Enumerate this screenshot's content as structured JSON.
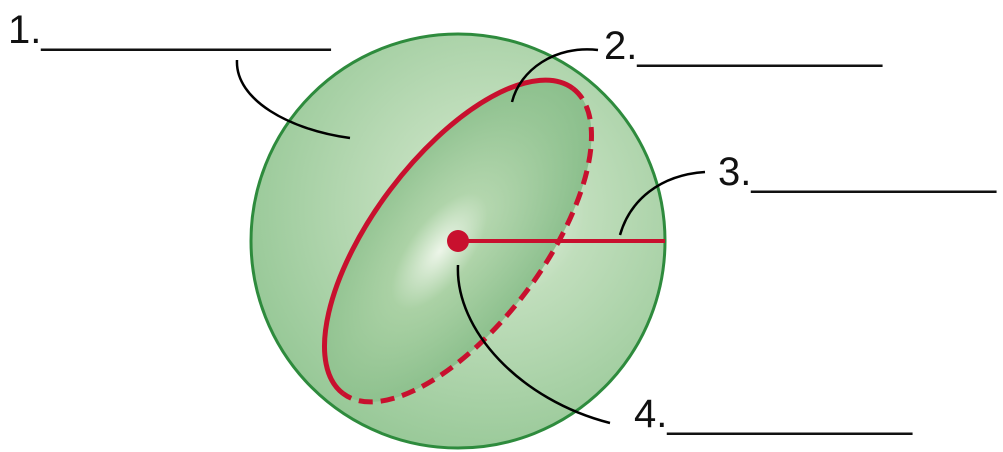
{
  "labels": [
    {
      "id": "1",
      "text": "1._____________"
    },
    {
      "id": "2",
      "text": "2.___________"
    },
    {
      "id": "3",
      "text": "3.___________"
    },
    {
      "id": "4",
      "text": "4.___________"
    }
  ],
  "colors": {
    "sphere_outline": "#2e8b3d",
    "sphere_fill": "#8fc490",
    "great_circle": "#c8102e",
    "center_point": "#c8102e",
    "radius_line": "#c8102e",
    "leader_lines": "#000000"
  },
  "icons": {
    "sphere": "sphere-shape",
    "center": "center-point-icon"
  }
}
